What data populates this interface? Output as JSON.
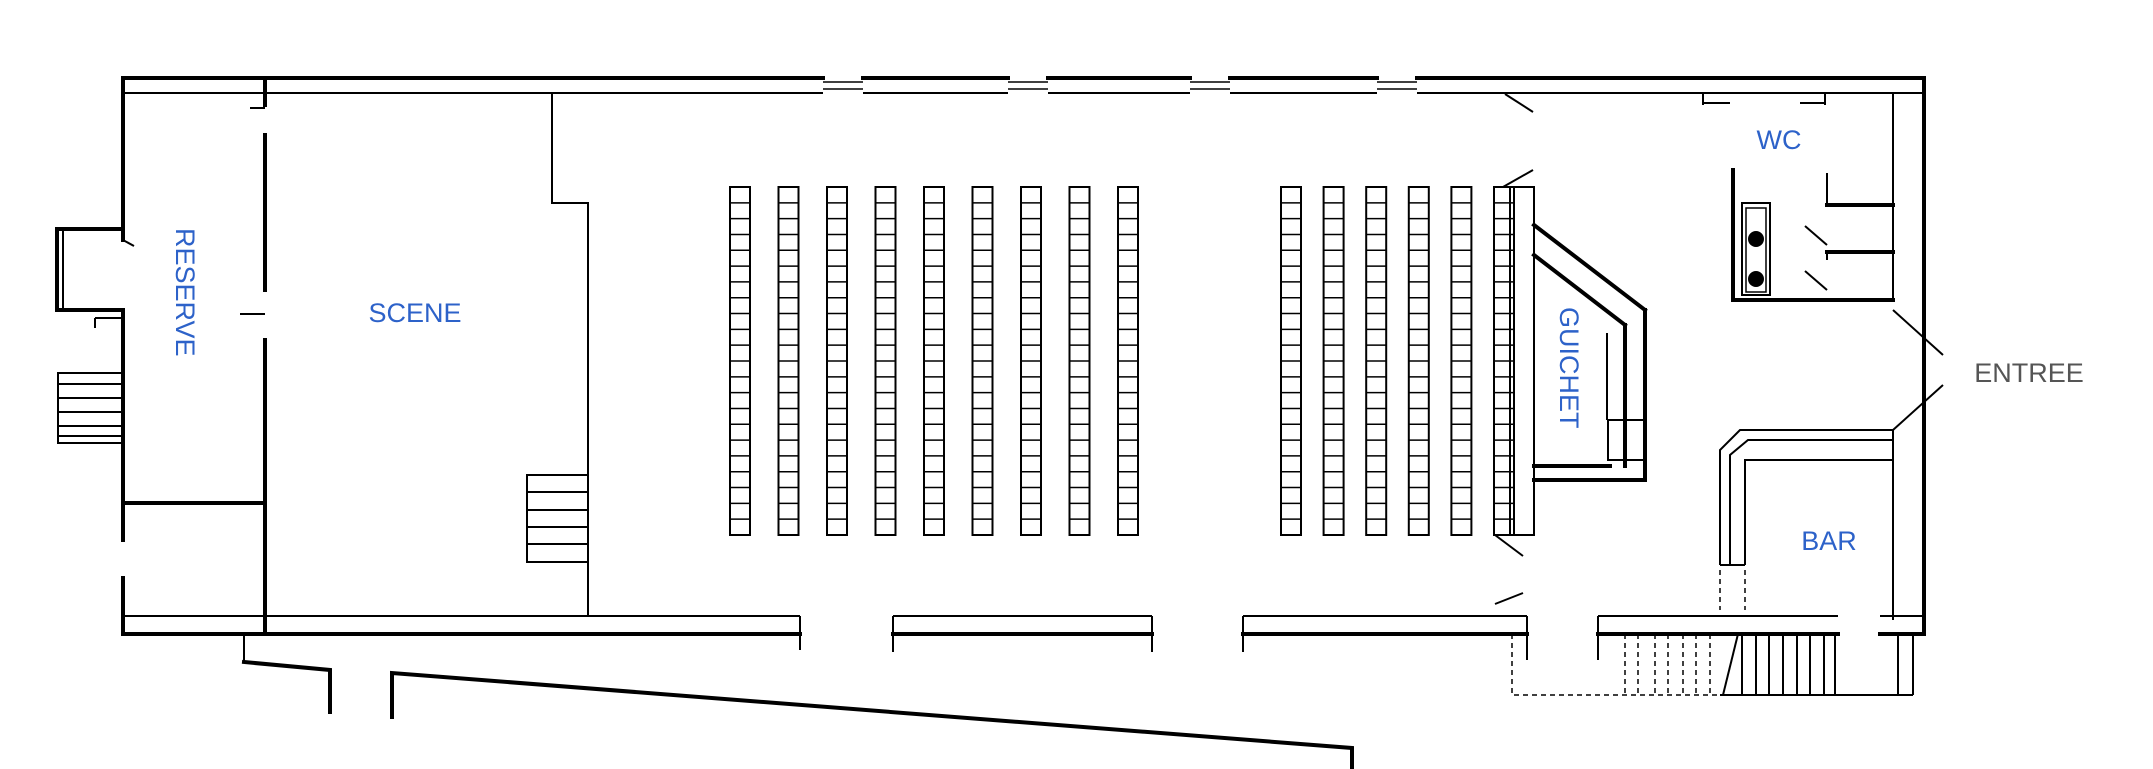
{
  "labels": {
    "reserve": "RESERVE",
    "scene": "SCENE",
    "guichet": "GUICHET",
    "wc": "WC",
    "bar": "BAR",
    "entree": "ENTREE"
  },
  "seating": {
    "left_block_columns": 9,
    "right_block_columns": 6,
    "rows_per_column": 22
  },
  "colors": {
    "room_label": "#2d62c9",
    "entry_label": "#555555",
    "walls": "#000000"
  }
}
